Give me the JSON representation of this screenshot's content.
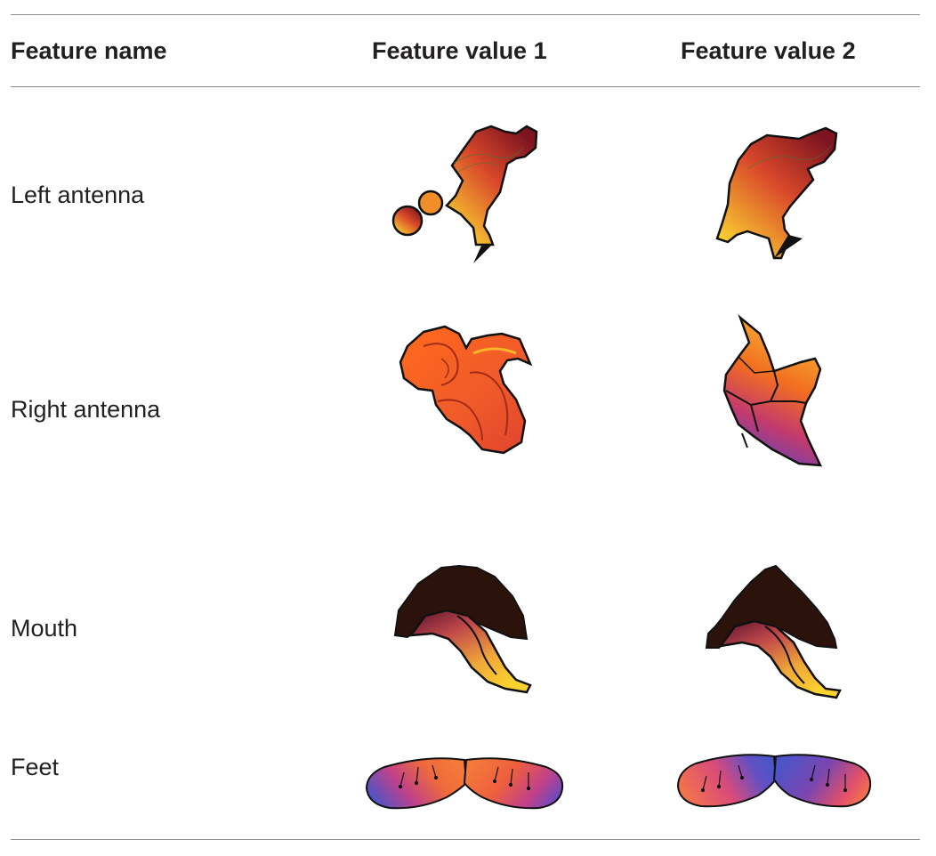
{
  "table": {
    "headers": [
      "Feature name",
      "Feature value 1",
      "Feature value 2"
    ],
    "rows": [
      {
        "name": "Left antenna",
        "value1_image": "left-antenna-variant-1",
        "value2_image": "left-antenna-variant-2"
      },
      {
        "name": "Right antenna",
        "value1_image": "right-antenna-variant-1",
        "value2_image": "right-antenna-variant-2"
      },
      {
        "name": "Mouth",
        "value1_image": "mouth-variant-1",
        "value2_image": "mouth-variant-2"
      },
      {
        "name": "Feet",
        "value1_image": "feet-variant-1",
        "value2_image": "feet-variant-2"
      }
    ]
  },
  "colors": {
    "rule": "#8c8c8c",
    "dark_red": "#8b1a1a",
    "orange": "#f26d21",
    "yellow": "#f9c92c",
    "purple": "#7b3fa0",
    "blue": "#4a55b5",
    "dark_brown": "#2b130c"
  }
}
